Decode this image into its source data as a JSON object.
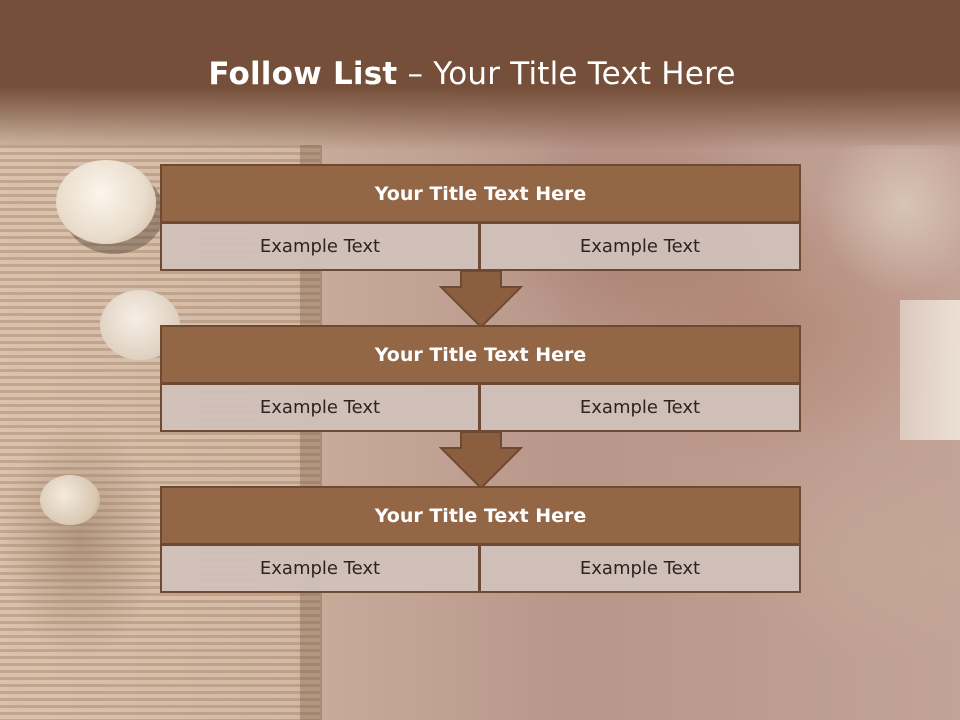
{
  "slide": {
    "title_bold": "Follow List",
    "title_rest": " – Your Title Text Here"
  },
  "blocks": [
    {
      "title": "Your Title Text Here",
      "cells": [
        "Example Text",
        "Example Text"
      ]
    },
    {
      "title": "Your Title Text Here",
      "cells": [
        "Example Text",
        "Example Text"
      ]
    },
    {
      "title": "Your Title Text Here",
      "cells": [
        "Example Text",
        "Example Text"
      ]
    }
  ],
  "colors": {
    "header": "#754f39",
    "block_title": "#936646",
    "border": "#6e4a32",
    "cell": "#d0c1b9"
  }
}
